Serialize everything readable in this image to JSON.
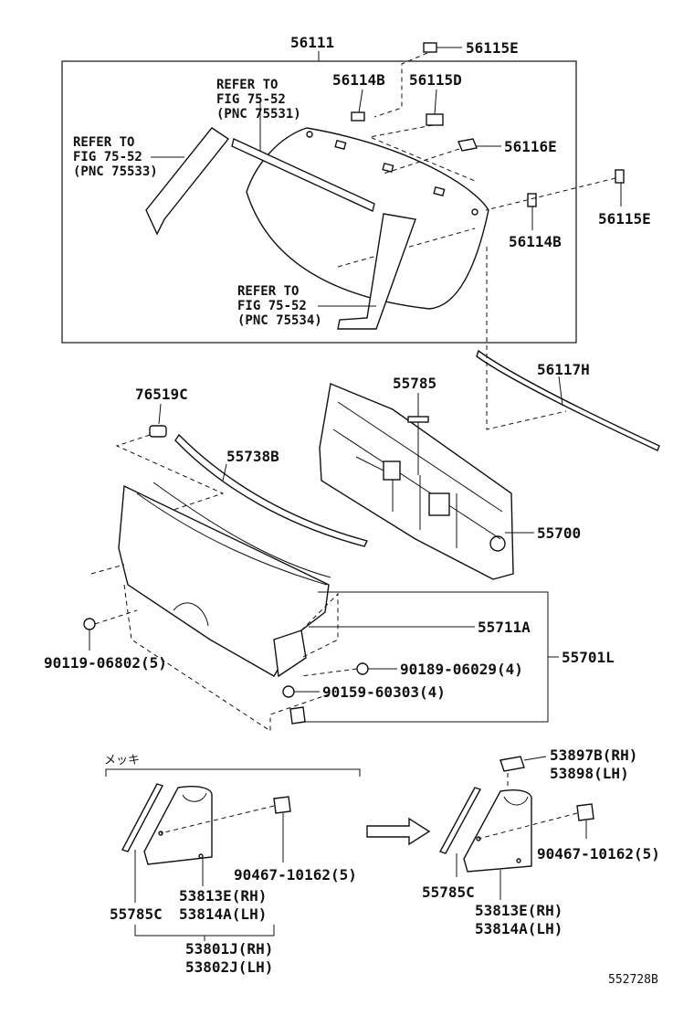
{
  "labels": {
    "p56111": "56111",
    "p56115E_top": "56115E",
    "p56114B_top": "56114B",
    "p56115D": "56115D",
    "p56116E": "56116E",
    "p56115E_right": "56115E",
    "p56114B_right": "56114B",
    "p56117H": "56117H",
    "p76519C": "76519C",
    "p55785": "55785",
    "p55738B": "55738B",
    "p55700": "55700",
    "p55711A": "55711A",
    "p55701L": "55701L",
    "p90119": "90119-06802(5)",
    "p90189": "90189-06029(4)",
    "p90159": "90159-60303(4)",
    "p53897B": "53897B(RH)",
    "p53898": "53898(LH)",
    "p90467_left": "90467-10162(5)",
    "p90467_right": "90467-10162(5)",
    "p53813E_left": "53813E(RH)",
    "p53814A_left": "53814A(LH)",
    "p55785C_left": "55785C",
    "p53801J": "53801J(RH)",
    "p53802J": "53802J(LH)",
    "p55785C_right": "55785C",
    "p53813E_right": "53813E(RH)",
    "p53814A_right": "53814A(LH)",
    "mekki": "メッキ",
    "diagram_id": "552728B"
  },
  "refs": {
    "a1": "REFER TO",
    "a2": "FIG 75-52",
    "a3": "(PNC 75531)",
    "b1": "REFER TO",
    "b2": "FIG 75-52",
    "b3": "(PNC 75533)",
    "c1": "REFER TO",
    "c2": "FIG 75-52",
    "c3": "(PNC 75534)"
  }
}
